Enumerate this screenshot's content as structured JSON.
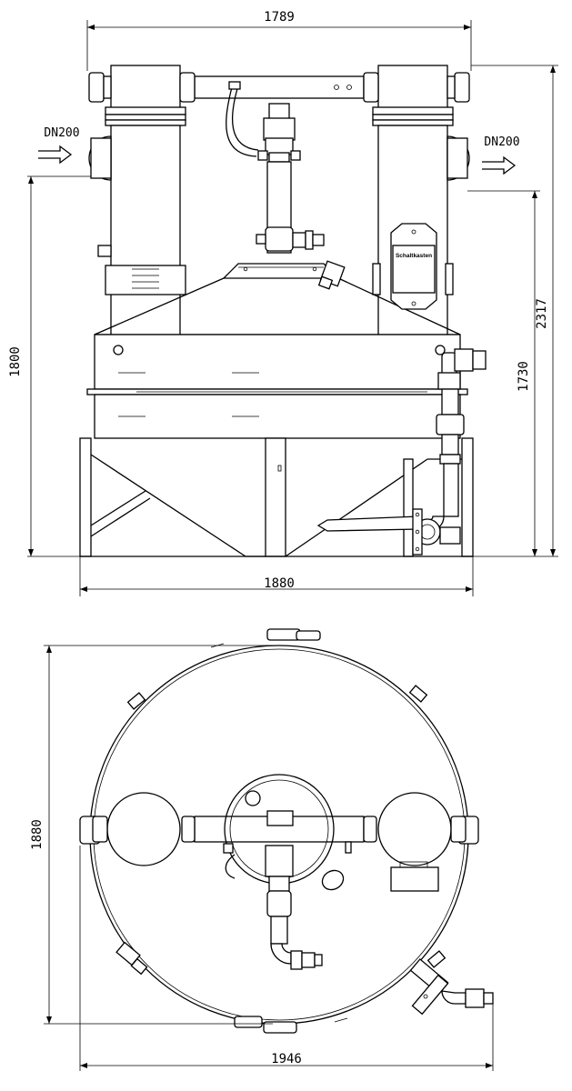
{
  "front_view": {
    "dimensions": {
      "top_width": "1789",
      "bottom_width": "1880",
      "left_height": "1800",
      "right_total_height": "2317",
      "right_outlet_height": "1730"
    },
    "inlet_label": "DN200",
    "outlet_label": "DN200",
    "control_box_label": "Schaltkasten"
  },
  "top_view": {
    "dimensions": {
      "diameter": "1880",
      "overall_width": "1946"
    }
  }
}
